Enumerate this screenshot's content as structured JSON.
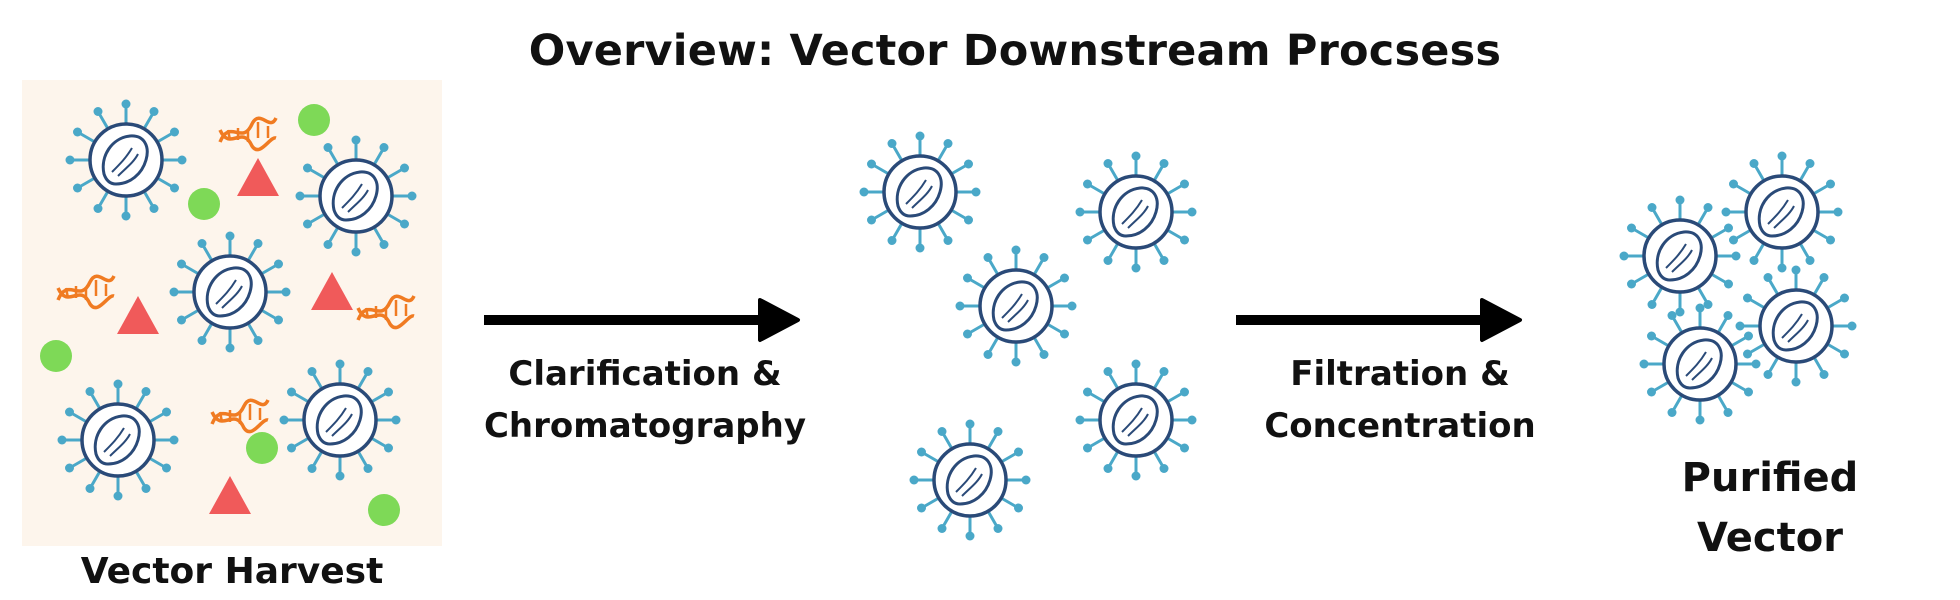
{
  "title": "Overview: Vector Downstream Procsess",
  "stages": {
    "harvest": {
      "label": "Vector Harvest"
    },
    "step1": {
      "line1": "Clarification &",
      "line2": "Chromatography"
    },
    "step2": {
      "line1": "Filtration &",
      "line2": "Concentration"
    },
    "purified": {
      "line1": "Purified",
      "line2": "Vector"
    }
  },
  "colors": {
    "virus_spike": "#4aa8c8",
    "virus_shell": "#2a4a78",
    "dna": "#f07b22",
    "triangle": "#f05a5a",
    "dot": "#7ed957",
    "harvest_bg": "#fdf5ec",
    "arrow": "#000000"
  }
}
